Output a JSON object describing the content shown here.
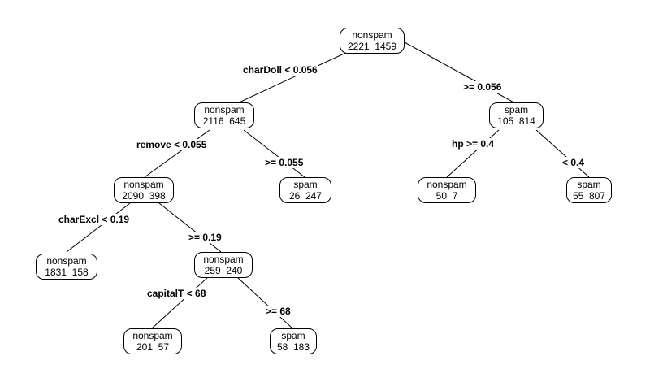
{
  "tree": {
    "nodes": [
      {
        "id": "root",
        "class_label": "nonspam",
        "counts": "2221  1459"
      },
      {
        "id": "n2",
        "class_label": "nonspam",
        "counts": "2116  645"
      },
      {
        "id": "n3",
        "class_label": "spam",
        "counts": "105  814"
      },
      {
        "id": "n4",
        "class_label": "nonspam",
        "counts": "2090  398"
      },
      {
        "id": "n5",
        "class_label": "spam",
        "counts": "26  247"
      },
      {
        "id": "n6",
        "class_label": "nonspam",
        "counts": "50  7"
      },
      {
        "id": "n7",
        "class_label": "spam",
        "counts": "55  807"
      },
      {
        "id": "n8",
        "class_label": "nonspam",
        "counts": "1831  158"
      },
      {
        "id": "n9",
        "class_label": "nonspam",
        "counts": "259  240"
      },
      {
        "id": "n18",
        "class_label": "nonspam",
        "counts": "201  57"
      },
      {
        "id": "n19",
        "class_label": "spam",
        "counts": "58  183"
      }
    ],
    "splits": [
      {
        "id": "s-root-left",
        "text": "charDoll < 0.056"
      },
      {
        "id": "s-root-right",
        "text": ">= 0.056"
      },
      {
        "id": "s-n2-left",
        "text": "remove < 0.055"
      },
      {
        "id": "s-n2-right",
        "text": ">= 0.055"
      },
      {
        "id": "s-n3-left",
        "text": "hp >= 0.4"
      },
      {
        "id": "s-n3-right",
        "text": "< 0.4"
      },
      {
        "id": "s-n4-left",
        "text": "charExcl < 0.19"
      },
      {
        "id": "s-n4-right",
        "text": ">= 0.19"
      },
      {
        "id": "s-n9-left",
        "text": "capitalT < 68"
      },
      {
        "id": "s-n9-right",
        "text": ">= 68"
      }
    ],
    "colors": {
      "node_border": "#000000",
      "edge": "#000000",
      "text": "#000000",
      "background": "#ffffff"
    }
  }
}
